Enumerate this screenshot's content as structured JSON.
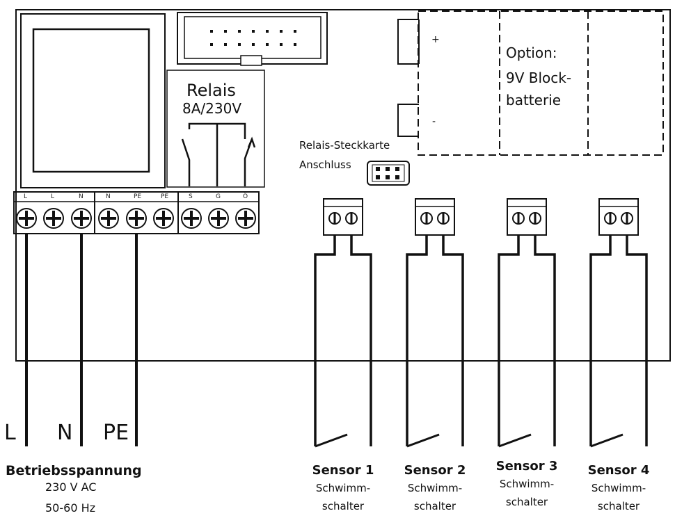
{
  "relay": {
    "title": "Relais",
    "rating": "8A/230V"
  },
  "option": {
    "line1": "Option:",
    "line2": "9V Block-",
    "line3": "batterie"
  },
  "battery": {
    "plus": "+",
    "minus": "-"
  },
  "relay_card": {
    "line1": "Relais-Steckkarte",
    "line2": "Anschluss"
  },
  "terminals": [
    "L",
    "L",
    "N",
    "N",
    "PE",
    "PE",
    "S",
    "G",
    "Ö"
  ],
  "wires": {
    "l": "L",
    "n": "N",
    "pe": "PE"
  },
  "supply": {
    "title": "Betriebsspannung",
    "voltage": "230 V AC",
    "frequency": "50-60 Hz"
  },
  "sensors": [
    {
      "title": "Sensor 1",
      "sub1": "Schwimm-",
      "sub2": "schalter"
    },
    {
      "title": "Sensor 2",
      "sub1": "Schwimm-",
      "sub2": "schalter"
    },
    {
      "title": "Sensor 3",
      "sub1": "Schwimm-",
      "sub2": "schalter"
    },
    {
      "title": "Sensor 4",
      "sub1": "Schwimm-",
      "sub2": "schalter"
    }
  ]
}
